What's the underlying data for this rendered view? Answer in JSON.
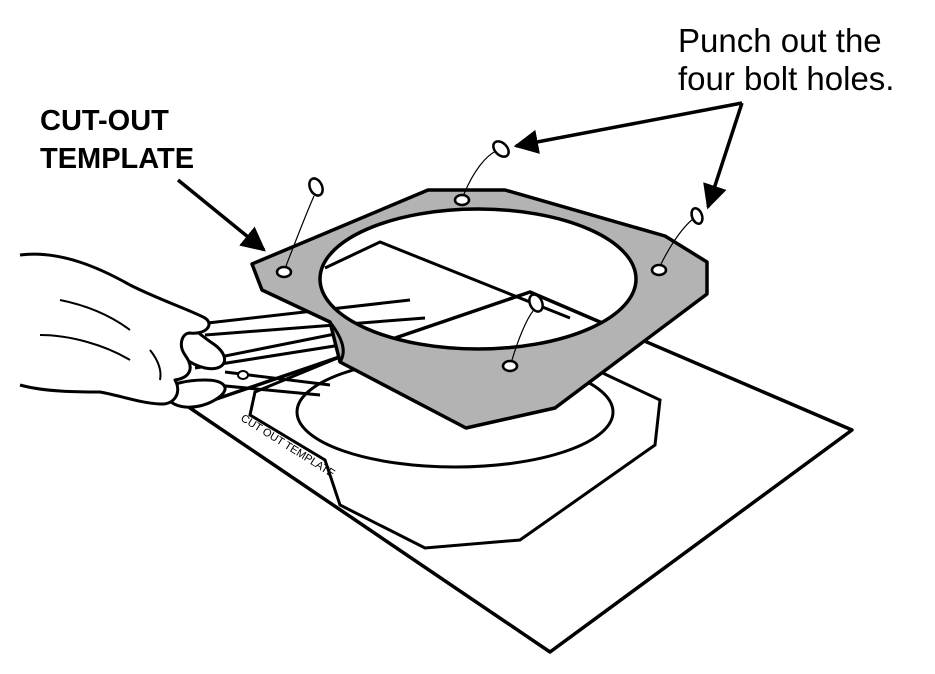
{
  "labels": {
    "cutout_line1": "CUT-OUT",
    "cutout_line2": "TEMPLATE",
    "punch_line1": "Punch out the",
    "punch_line2": "four bolt holes.",
    "sheet_text": "CUT OUT TEMPLATE"
  },
  "colors": {
    "ink": "#000000",
    "paper": "#ffffff",
    "template_fill": "#b3b3b3"
  }
}
